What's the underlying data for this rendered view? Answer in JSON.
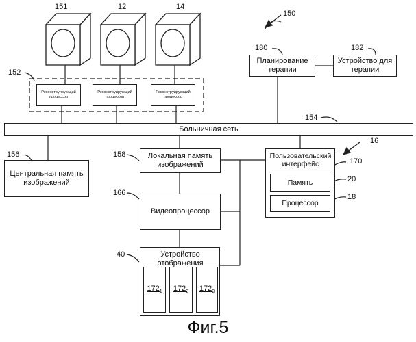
{
  "figure": {
    "caption": "Фиг.5",
    "ref": "150"
  },
  "scanners": [
    {
      "ref": "151"
    },
    {
      "ref": "12"
    },
    {
      "ref": "14"
    }
  ],
  "recon_group": {
    "ref": "152",
    "processors": [
      {
        "label": "Реконструирующий процессор"
      },
      {
        "label": "Реконструирующий процессор"
      },
      {
        "label": "Реконструирующий процессор"
      }
    ]
  },
  "planning": {
    "ref": "180",
    "label": "Планирование терапии"
  },
  "therapy_device": {
    "ref": "182",
    "label": "Устройство для терапии"
  },
  "network": {
    "ref": "154",
    "label": "Больничная сеть"
  },
  "central_memory": {
    "ref": "156",
    "label": "Центральная память изображений"
  },
  "local_memory": {
    "ref": "158",
    "label": "Локальная память изображений"
  },
  "video_processor": {
    "ref": "166",
    "label": "Видеопроцессор"
  },
  "display": {
    "ref": "40",
    "label": "Устройство отображения",
    "panels": [
      {
        "base": "172",
        "sub": "1"
      },
      {
        "base": "172",
        "sub": "3"
      },
      {
        "base": "172",
        "sub": "2"
      }
    ]
  },
  "user_interface": {
    "ref": "170",
    "group_ref": "16",
    "label": "Пользовательский интерфейс",
    "memory": {
      "ref": "20",
      "label": "Память"
    },
    "processor": {
      "ref": "18",
      "label": "Процессор"
    }
  }
}
